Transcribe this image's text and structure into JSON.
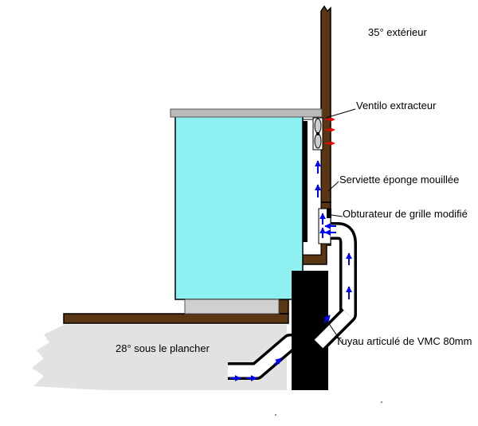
{
  "labels": {
    "outside_temp": "35° extérieur",
    "fan": "Ventilo extracteur",
    "towel": "Serviette éponge mouillée",
    "shutter": "Obturateur de grille modifié",
    "under_floor_temp": "28° sous le plancher",
    "duct": "Tuyau articulé de VMC 80mm"
  },
  "colors": {
    "wall_brown": "#5a3612",
    "wall_outline": "#000000",
    "fridge_body": "#8ef0f0",
    "fridge_top": "#b9b9b9",
    "fridge_base": "#d0d0d0",
    "ground": "#e2e2e2",
    "pillar": "#000000",
    "air_in": "#0000ff",
    "air_out": "#ff0000"
  }
}
